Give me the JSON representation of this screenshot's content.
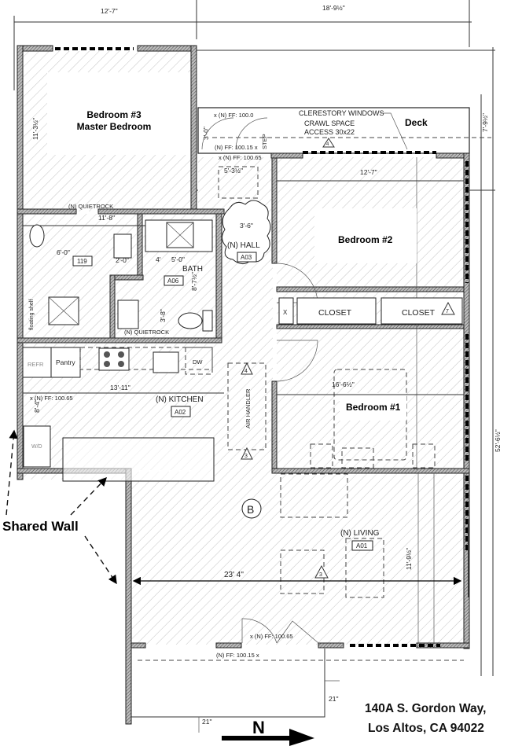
{
  "dimensions": {
    "top_left_width": "12'-7\"",
    "top_right_width": "18'-9½\"",
    "deck_depth": "7'-9½\"",
    "bedroom3_depth": "11'-3½\"",
    "bedroom3_width": "11'-8\"",
    "bedroom2_width": "12'-7\"",
    "hall_width": "5'-3½\"",
    "deck_door": "3'-0\"",
    "hall_depth": "3'-6\"",
    "bath1_width": "6'-0\"",
    "bath1_vanity": "2'-0\"",
    "shower_a": "4'",
    "shower_b": "5'-0\"",
    "bath_depth": "3'-8\"",
    "bath_length": "8'-7½\"",
    "kitchen_width": "13'-11\"",
    "kitchen_depth": "8'-4\"",
    "bedroom1_width": "16'-6½\"",
    "overall_length": "52'-6½\"",
    "living_depth": "11'-9½\"",
    "living_width": "23' 4\"",
    "porch_a": "21\"",
    "porch_b": "21\""
  },
  "rooms": {
    "bedroom3": "Bedroom #3",
    "bedroom3_sub": "Master Bedroom",
    "deck": "Deck",
    "bedroom2": "Bedroom #2",
    "bedroom1": "Bedroom #1",
    "closet1": "CLOSET",
    "closet2": "CLOSET",
    "hall": "(N) HALL",
    "hall_tag": "A03",
    "bath": "BATH",
    "bath_tag": "A06",
    "bath1_tag": "119",
    "kitchen": "(N) KITCHEN",
    "kitchen_tag": "A02",
    "living": "(N) LIVING",
    "living_tag": "A01",
    "grid_b": "B"
  },
  "notes": {
    "clerestory": "CLERESTORY WINDOWS",
    "crawl1": "CRAWL SPACE",
    "crawl2": "ACCESS 30x22",
    "ff_deck": "x (N) FF: 100.0",
    "ff_step": "(N) FF: 100.15 x",
    "ff_hall": "x (N) FF: 100.65",
    "step": "STEP",
    "quietrock1": "(N) QUIETROCK",
    "quietrock2": "(N) QUIETROCK",
    "floating_shelf": "floating shelf",
    "refr": "REFR",
    "pantry": "Pantry",
    "dw": "DW",
    "ff_kitchen": "x (N) FF: 100.65",
    "air_handler": "AIR HANDLER",
    "wd": "W/D",
    "closet_x": "X",
    "ff_living": "x (N) FF: 100.65",
    "ff_porch": "(N) FF: 100.15 x",
    "shared_wall": "Shared Wall",
    "tri_4": "4",
    "tri_4b": "4",
    "tri_3a": "3",
    "tri_3b": "3",
    "tri_7": "7"
  },
  "address": {
    "line1": "140A S. Gordon Way,",
    "line2": "Los Altos, CA 94022"
  },
  "north_arrow": {
    "label": "N"
  }
}
